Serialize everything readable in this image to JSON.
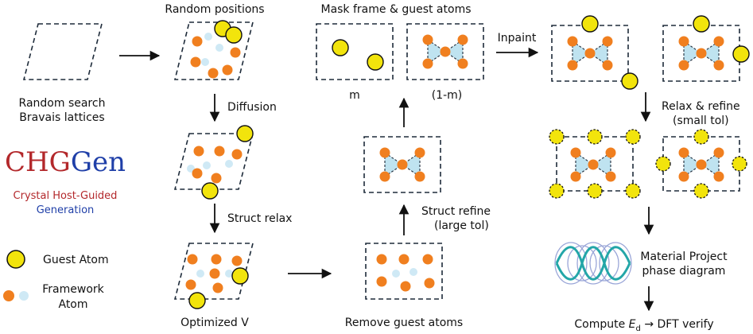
{
  "brand": {
    "part1": "CHG",
    "part2": "Gen",
    "subtitle_line1": "Crystal Host-Guided",
    "subtitle_line2": "Generation",
    "colors": {
      "red": "#b3282b",
      "blue": "#1f3fa8"
    }
  },
  "legend": {
    "guest_label": "Guest Atom",
    "framework_line1": "Framework",
    "framework_line2": "Atom"
  },
  "steps": {
    "random_search_line1": "Random search",
    "random_search_line2": "Bravais lattices",
    "random_positions": "Random positions",
    "diffusion": "Diffusion",
    "struct_relax": "Struct relax",
    "optimized_v": "Optimized V",
    "remove_guest": "Remove guest atoms",
    "struct_refine_line1": "Struct refine",
    "struct_refine_line2": "(large tol)",
    "mask_title": "Mask frame & guest atoms",
    "mask_m": "m",
    "mask_1m": "(1-m)",
    "inpaint": "Inpaint",
    "relax_refine_line1": "Relax & refine",
    "relax_refine_line2": "(small tol)",
    "mp_line1": "Material Project",
    "mp_line2": "phase diagram",
    "compute_prefix": "Compute ",
    "compute_symbol": "E",
    "compute_subscript": "d",
    "compute_suffix": " → DFT verify"
  },
  "colors": {
    "guest_fill": "#f2e40c",
    "framework_orange": "#f07f1f",
    "framework_light": "#cfe9f5",
    "triangle_fill": "#bfe3f0",
    "line": "#1e2b3a",
    "phase_teal": "#23a6a8",
    "phase_lavender": "#9aa6d8"
  }
}
